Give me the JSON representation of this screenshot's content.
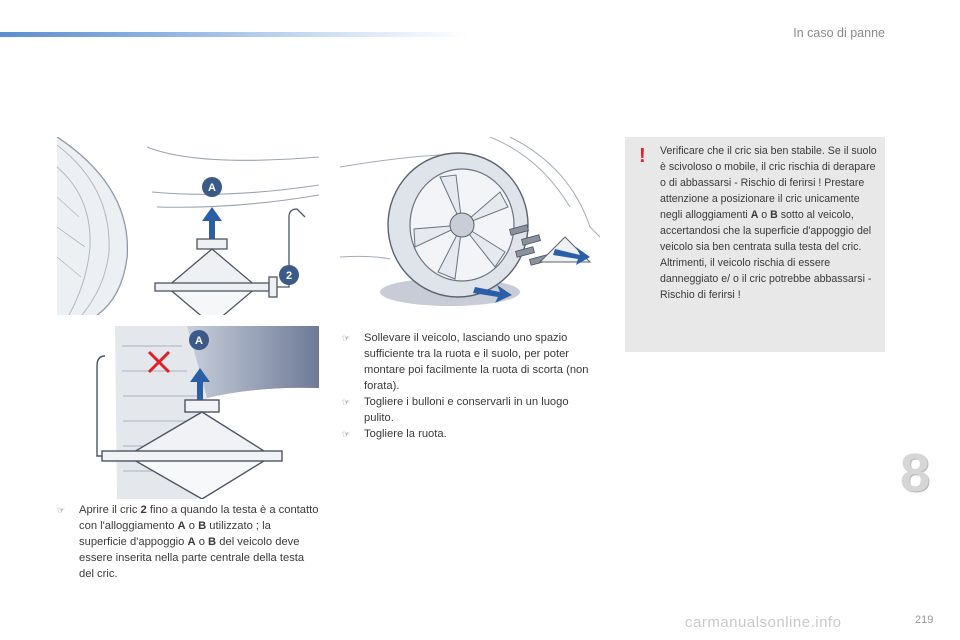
{
  "header": {
    "section_title": "In caso di panne"
  },
  "figure1": {
    "label_a": "A",
    "label_2": "2"
  },
  "figure2": {
    "label_a": "A"
  },
  "step_jack": {
    "pre": "Aprire il cric ",
    "bold1": "2",
    "mid1": " fino a quando la testa è a contatto con l'alloggiamento ",
    "bold2": "A",
    "mid2": " o ",
    "bold3": "B",
    "mid3": " utilizzato ; la superficie d'appoggio ",
    "bold4": "A",
    "mid4": " o ",
    "bold5": "B",
    "post": " del veicolo deve essere inserita nella parte centrale della testa del cric."
  },
  "steps_lift": [
    {
      "text": "Sollevare il veicolo, lasciando uno spazio sufficiente tra la ruota e il suolo, per poter montare poi facilmente la ruota di scorta (non forata)."
    },
    {
      "text": "Togliere i bulloni e conservarli in un luogo pulito."
    },
    {
      "text": "Togliere la ruota."
    }
  ],
  "warning": {
    "icon": "!",
    "t1": "Verificare che il cric sia ben stabile. Se il suolo è scivoloso o mobile, il cric rischia di derapare o di abbassarsi - Rischio di ferirsi ! Prestare attenzione a posizionare il cric unicamente negli alloggiamenti ",
    "b1": "A",
    "t2": " o ",
    "b2": "B",
    "t3": " sotto al veicolo, accertandosi che la superficie d'appoggio del veicolo sia ben centrata sulla testa del cric. Altrimenti, il veicolo rischia di essere danneggiato e/ o il cric potrebbe abbassarsi - Rischio di ferirsi !"
  },
  "chapter": "8",
  "page_number": "219",
  "watermark": "carmanualsonline.info",
  "colors": {
    "accent_blue": "#5a8fd0",
    "warning_red": "#e01f27",
    "box_grey": "#e8e8e8",
    "label_blue": "#2a5fa8"
  },
  "icons": {
    "bullet": "pointing-hand-icon",
    "warning": "exclamation-icon"
  }
}
